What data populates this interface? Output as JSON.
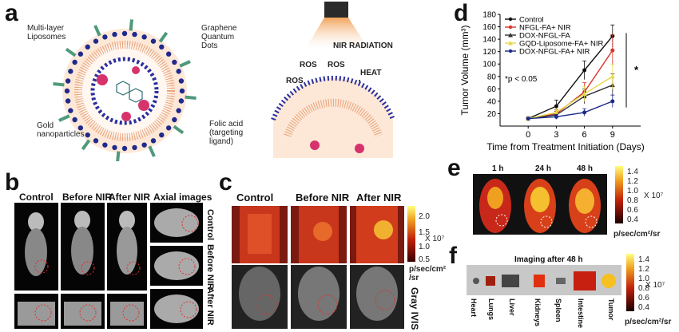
{
  "panel_a": {
    "letter": "a",
    "multilayer_liposomes": "Multi-layer Liposomes",
    "graphene_qd": "Graphene Quantum Dots",
    "gold_np": "Gold nanoparticles",
    "folic_acid": "Folic acid (targeting ligand)",
    "nir_radiation": "NIR RADIATION",
    "ros1": "ROS",
    "ros2": "ROS",
    "ros3": "ROS",
    "heat": "HEAT"
  },
  "panel_b": {
    "letter": "b",
    "col_control": "Control",
    "col_before": "Before NIR",
    "col_after": "After NIR",
    "col_axial": "Axial images",
    "row_control": "Control",
    "row_before": "Before NIR",
    "row_after": "After NIR"
  },
  "panel_c": {
    "letter": "c",
    "col_control": "Control",
    "col_before": "Before NIR",
    "col_after": "After NIR",
    "gray_ivis": "Gray IVIS",
    "scale_ticks": [
      "2.0",
      "1.5",
      "1.0",
      "0.5"
    ],
    "scale_exp": "X 10⁷",
    "scale_unit": "p/sec/cm² /sr"
  },
  "panel_d": {
    "letter": "d",
    "pvalue": "*p < 0.05",
    "star": "*"
  },
  "panel_e": {
    "letter": "e",
    "times": [
      "1 h",
      "24 h",
      "48 h"
    ],
    "scale_ticks": [
      "1.4",
      "1.2",
      "1.0",
      "0.8",
      "0.6",
      "0.4"
    ],
    "scale_exp": "X 10⁷",
    "scale_unit": "p/sec/cm²/sr"
  },
  "panel_f": {
    "letter": "f",
    "title": "Imaging after 48 h",
    "organs": [
      "Heart",
      "Lungs",
      "Liver",
      "Kidneys",
      "Spleen",
      "Intestine",
      "Tumor"
    ],
    "scale_ticks": [
      "1.4",
      "1.2",
      "1.0",
      "0.8",
      "0.6",
      "0.4"
    ],
    "scale_exp": "X 10⁷",
    "scale_unit": "p/sec/cm²/sr"
  },
  "chart_data": {
    "type": "line",
    "ylabel": "Tumor Volume (mm³)",
    "xlabel": "Time from Treatment Initiation (Days)",
    "x": [
      0,
      3,
      6,
      9
    ],
    "xlim": [
      -3,
      12
    ],
    "ylim": [
      0,
      180
    ],
    "yticks": [
      20,
      40,
      60,
      80,
      100,
      120,
      140,
      160,
      180
    ],
    "legend_position": "top-left",
    "series": [
      {
        "name": "Control",
        "color": "#111111",
        "marker": "circle",
        "values": [
          12,
          32,
          90,
          145
        ],
        "err": [
          3,
          10,
          15,
          18
        ]
      },
      {
        "name": "NFGL-FA+ NIR",
        "color": "#d9342b",
        "marker": "circle",
        "values": [
          12,
          20,
          55,
          122
        ],
        "err": [
          3,
          6,
          15,
          25
        ]
      },
      {
        "name": "DOX-NFGL-FA",
        "color": "#333333",
        "marker": "triangle",
        "values": [
          12,
          18,
          48,
          66
        ],
        "err": [
          3,
          6,
          12,
          18
        ]
      },
      {
        "name": "GQD-Liposome-FA+ NIR",
        "color": "#e8d84a",
        "marker": "triangle",
        "values": [
          12,
          22,
          52,
          80
        ],
        "err": [
          3,
          6,
          12,
          20
        ]
      },
      {
        "name": "DOX-NFGL-FA+ NIR",
        "color": "#1c2a8c",
        "marker": "circle",
        "values": [
          12,
          15,
          22,
          40
        ],
        "err": [
          2,
          4,
          6,
          10
        ]
      }
    ]
  }
}
